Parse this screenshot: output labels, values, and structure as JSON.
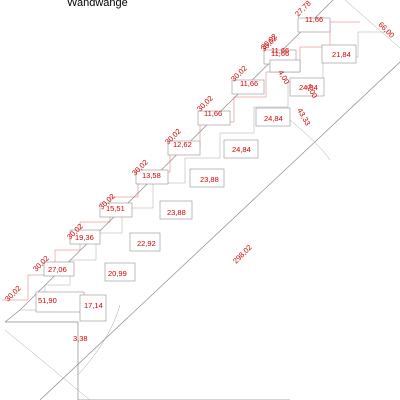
{
  "title": "Wandwange",
  "colors": {
    "dimension_text": "#d40000",
    "lines": "#8a8a8a",
    "background": "#ffffff"
  },
  "labels": {
    "l3": "30,02",
    "l4": "30,02",
    "l5": "30,02",
    "l6": "30,02",
    "l7": "30,02",
    "l8": "30,02",
    "l9": "30,02",
    "l10": "30,02",
    "l11": "30,02",
    "l12": "30,02",
    "l13": "27,78",
    "d3": "51,90",
    "d4": "27,06",
    "d5": "19,36",
    "d6": "15,51",
    "d7": "13,58",
    "d8": "12,62",
    "d9": "11,66",
    "d10": "11,66",
    "d11": "11,66",
    "d12": "11,66",
    "d13": "11,66",
    "s3": "17,14",
    "s4": "20,99",
    "s5": "22,92",
    "s6": "23,88",
    "s7": "23,88",
    "s8": "24,84",
    "s9": "24,84",
    "s10": "24,84",
    "s11": "21,84",
    "b3": "3,38",
    "c1": "4,00",
    "c2": "5,00",
    "c3": "43,33",
    "long": "298,02",
    "end": "66,00"
  }
}
